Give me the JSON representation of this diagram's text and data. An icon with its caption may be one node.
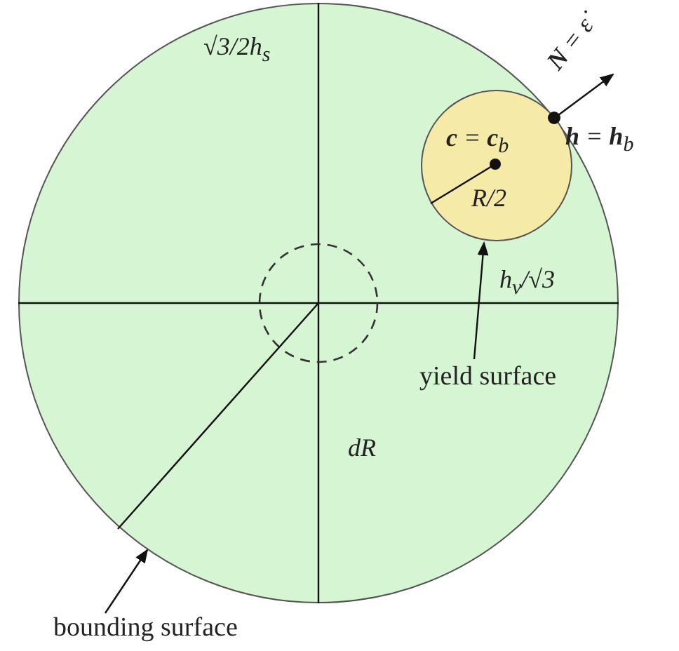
{
  "diagram": {
    "nodes": [
      {
        "text": [],
        "shape": "circle"
      },
      {
        "text": [],
        "shape": "circle",
        "in": 0
      },
      {
        "text": [
          "yield surface"
        ],
        "in": 0
      },
      {
        "text": [
          "bounding surface"
        ]
      }
    ],
    "edges": [
      {
        "from": 2,
        "to": 1,
        "arrow": "to"
      },
      {
        "from": 3,
        "to": 0,
        "arrow": "to"
      }
    ],
    "labels": [
      "√3/2h$_{s}$",
      "**N** = ε̇",
      "**h** = **h**$_{b}$",
      "**c** = **c**$_{b}$",
      "R/2",
      "h$_{v}$/√3",
      "dR"
    ]
  }
}
